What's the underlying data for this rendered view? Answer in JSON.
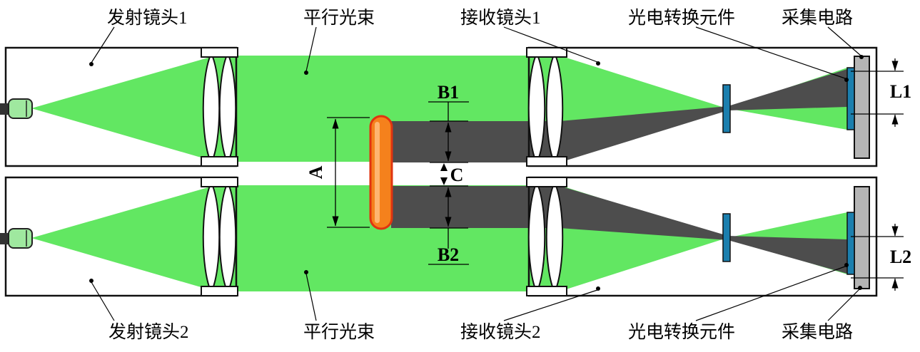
{
  "labels": {
    "emitter_lens_1": "发射镜头1",
    "parallel_beam_top": "平行光束",
    "receiver_lens_1": "接收镜头1",
    "photoelectric_element_top": "光电转换元件",
    "acquisition_circuit_top": "采集电路",
    "emitter_lens_2": "发射镜头2",
    "parallel_beam_bottom": "平行光束",
    "receiver_lens_2": "接收镜头2",
    "photoelectric_element_bottom": "光电转换元件",
    "acquisition_circuit_bottom": "采集电路"
  },
  "dimensions": {
    "object_width": "A",
    "shadow_width_beam1": "B1",
    "beam_gap": "C",
    "shadow_width_beam2": "B2",
    "sensor_shadow_1": "L1",
    "sensor_shadow_2": "L2"
  },
  "colors": {
    "beam_green": "#62e762",
    "shadow_gray": "#4d4d4d",
    "object_fill": "#f5811c",
    "object_stroke": "#e03410",
    "element_blue": "#1b7fae",
    "board_gray": "#b5b5b5",
    "source_green": "#9fe89f",
    "line_black": "#000000"
  }
}
